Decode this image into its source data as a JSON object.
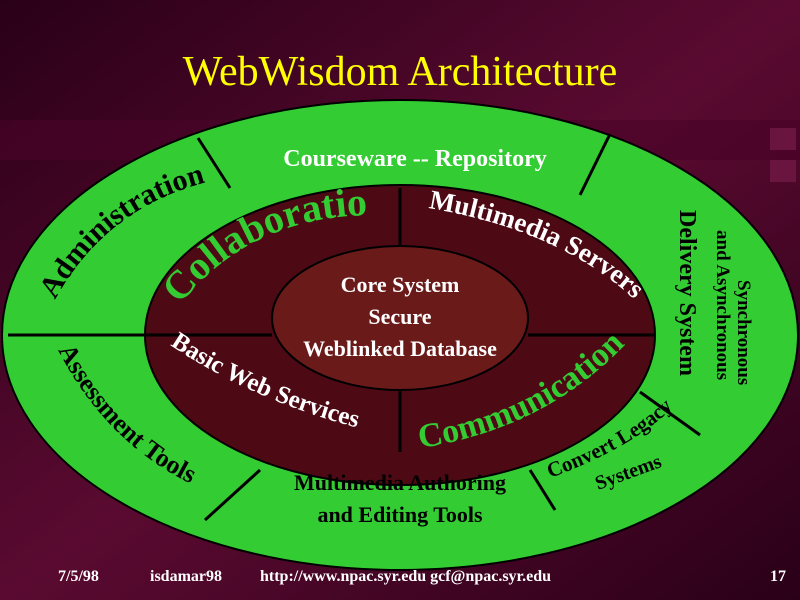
{
  "slide": {
    "title": "WebWisdom Architecture",
    "footer": {
      "date": "7/5/98",
      "code": "isdamar98",
      "url_email": "http://www.npac.syr.edu gcf@npac.syr.edu",
      "page": "17"
    }
  },
  "diagram": {
    "outer_ring": {
      "courseware": "Courseware -- Repository",
      "administration": "Administration",
      "assessment": "Assessment Tools",
      "authoring": [
        "Multimedia Authoring",
        "and Editing Tools"
      ],
      "legacy": [
        "Convert Legacy",
        "Systems"
      ],
      "delivery": [
        "Synchronous",
        "and Asynchronous",
        "Delivery System"
      ]
    },
    "inner_ring": {
      "collaboration": "Collaboration",
      "multimedia_servers": "Multimedia Servers",
      "basic_web_services": "Basic Web Services",
      "communication": "Communication"
    },
    "core": [
      "Core System",
      "Secure",
      "Weblinked Database"
    ]
  },
  "colors": {
    "background": "#3a0022",
    "outer_ring": "#33cc33",
    "inner_ring": "#4d0a14",
    "core": "#6b1a1a",
    "title": "#ffff00",
    "label": "#ffffff",
    "dark_label": "#000000"
  }
}
